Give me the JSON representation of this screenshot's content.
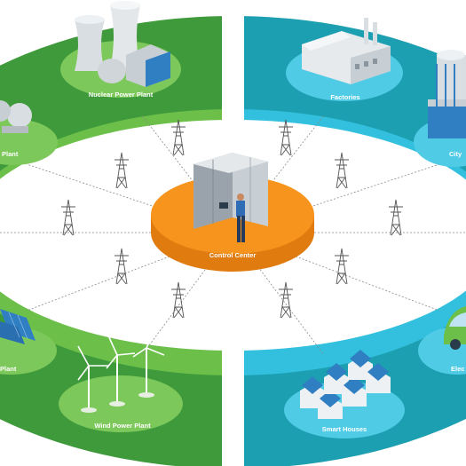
{
  "colors": {
    "green_dark": "#3f9a3c",
    "green_light": "#6cc04a",
    "blue_dark": "#1c9fb0",
    "blue_light": "#32c0de",
    "orange": "#f7941d",
    "orange_dark": "#e07b10"
  },
  "center": {
    "label": "Control Center"
  },
  "nodes": {
    "nuclear": "Nuclear Power Plant",
    "left_plant": "Plant",
    "solar": "Plant",
    "wind": "Wind Power Plant",
    "factories": "Factories",
    "city": "City",
    "electric": "Elec",
    "smart_houses": "Smart Houses"
  },
  "icons": [
    "cooling-tower-icon",
    "server-rack-icon",
    "pylon-icon",
    "wind-turbine-icon",
    "solar-panel-icon",
    "factory-icon",
    "skyscraper-icon",
    "house-icon",
    "electric-car-icon"
  ]
}
